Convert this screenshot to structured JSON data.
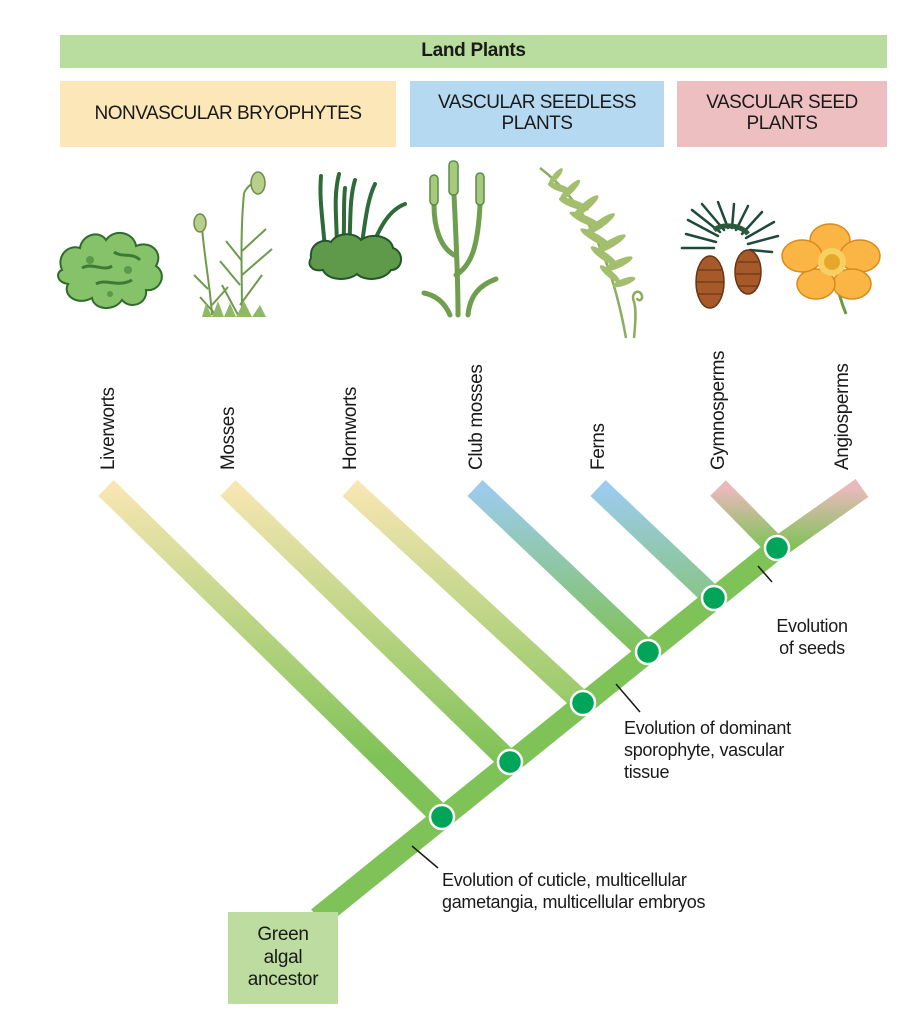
{
  "header": {
    "title": "Land Plants"
  },
  "groups": {
    "nonvascular": "NONVASCULAR BRYOPHYTES",
    "seedless": [
      "VASCULAR SEEDLESS",
      "PLANTS"
    ],
    "seed": [
      "VASCULAR SEED",
      "PLANTS"
    ]
  },
  "taxa": [
    "Liverworts",
    "Mosses",
    "Hornworts",
    "Club mosses",
    "Ferns",
    "Gymnosperms",
    "Angiosperms"
  ],
  "annotations": {
    "seeds": [
      "Evolution",
      "of seeds"
    ],
    "sporophyte": [
      "Evolution of dominant",
      "sporophyte, vascular",
      "tissue"
    ],
    "cuticle": [
      "Evolution of cuticle, multicellular",
      "gametangia, multicellular embryos"
    ]
  },
  "root": [
    "Green",
    "algal",
    "ancestor"
  ],
  "colors": {
    "stem": "#7fc257",
    "node": "#00a55a",
    "nonvascular_tip": "#f7e6b2",
    "seedless_tip": "#9ccbee",
    "seed_tip": "#eab9bc",
    "land_bar": "#b9dc9f"
  }
}
